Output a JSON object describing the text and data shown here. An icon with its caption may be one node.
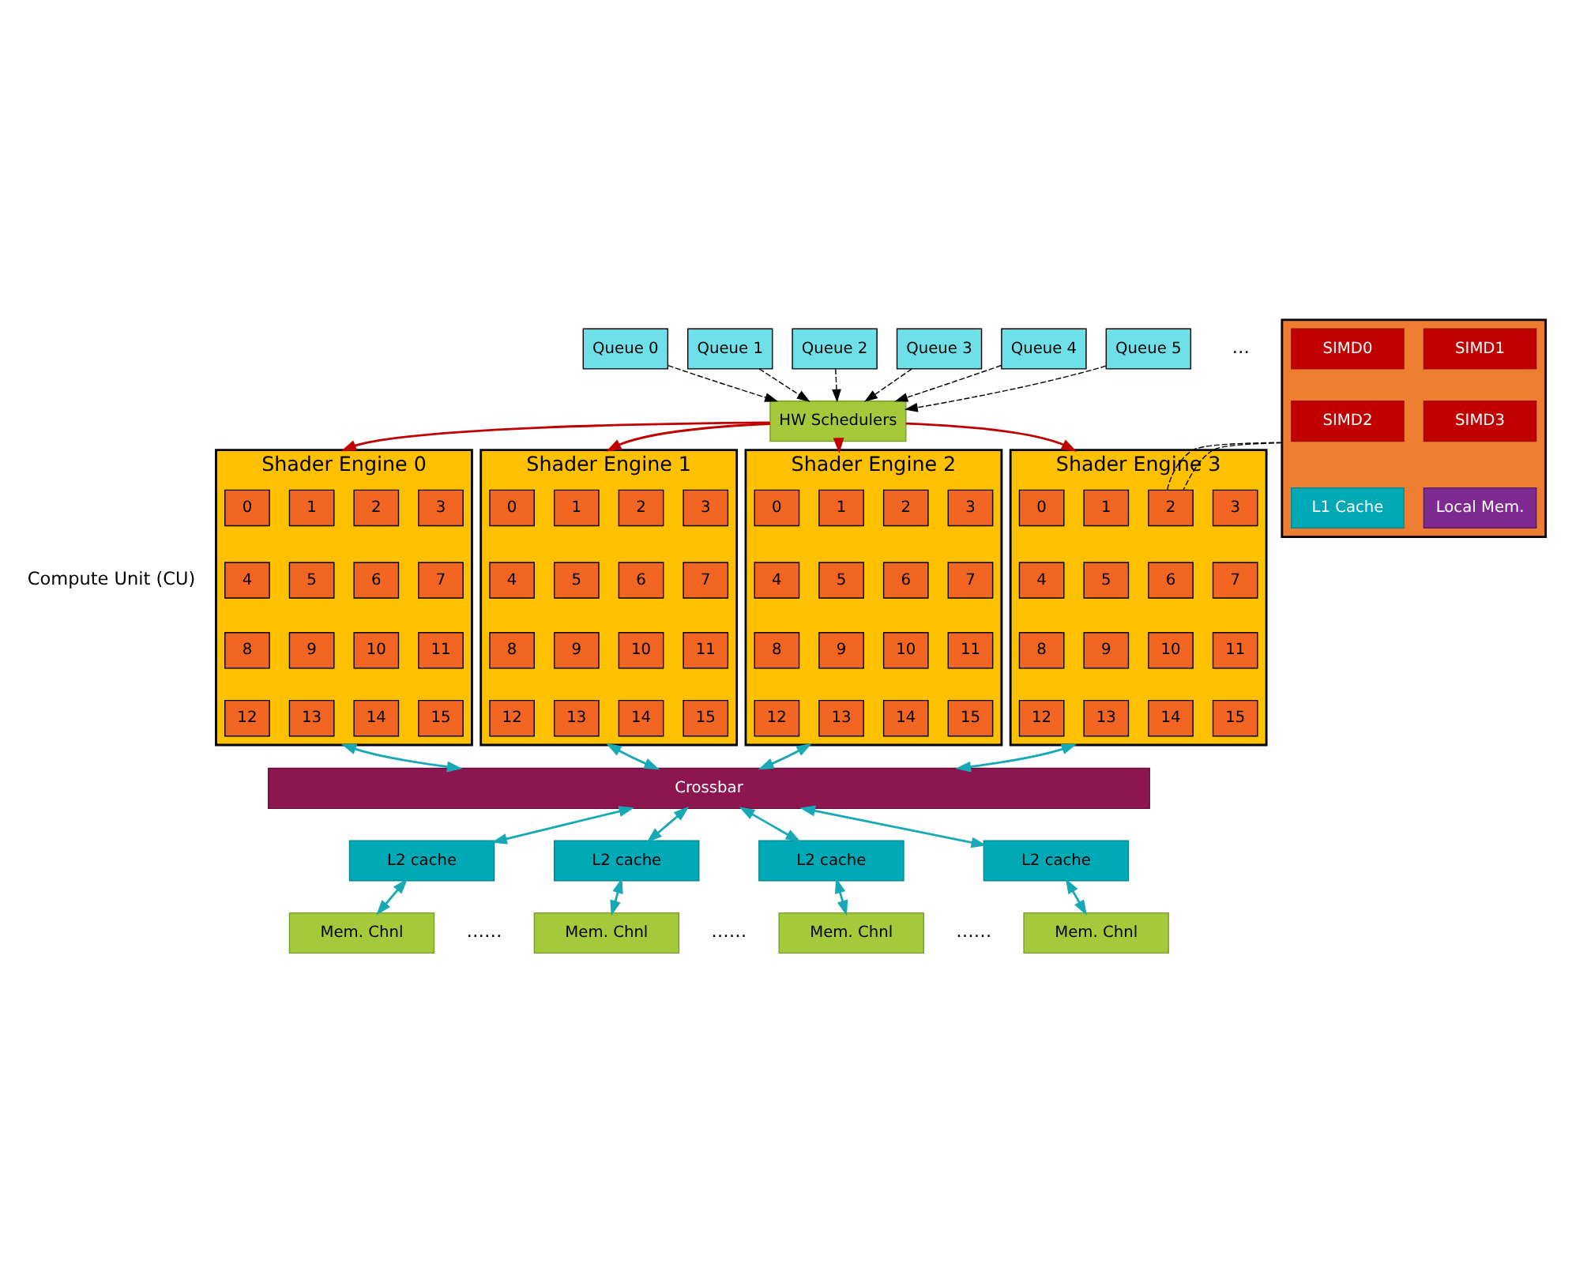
{
  "diagram": {
    "nodes": [
      {
        "text": [
          "Queue 0"
        ]
      },
      {
        "text": [
          "Queue 1"
        ]
      },
      {
        "text": [
          "Queue 2"
        ]
      },
      {
        "text": [
          "Queue 3"
        ]
      },
      {
        "text": [
          "Queue 4"
        ]
      },
      {
        "text": [
          "Queue 5"
        ]
      },
      {
        "text": [],
        "shape": "box"
      },
      {
        "text": [
          "SIMD0"
        ],
        "in": 6
      },
      {
        "text": [
          "SIMD1"
        ],
        "in": 6
      },
      {
        "text": [
          "SIMD2"
        ],
        "in": 6
      },
      {
        "text": [
          "SIMD3"
        ],
        "in": 6
      },
      {
        "text": [
          "L1 Cache"
        ],
        "in": 6
      },
      {
        "text": [
          "Local Mem."
        ],
        "in": 6
      },
      {
        "text": [
          "HW Schedulers"
        ]
      },
      {
        "text": [
          "Shader Engine 0"
        ]
      },
      {
        "text": [
          "0"
        ],
        "in": 14
      },
      {
        "text": [
          "1"
        ],
        "in": 14
      },
      {
        "text": [
          "2"
        ],
        "in": 14
      },
      {
        "text": [
          "3"
        ],
        "in": 14
      },
      {
        "text": [
          "4"
        ],
        "in": 14
      },
      {
        "text": [
          "5"
        ],
        "in": 14
      },
      {
        "text": [
          "6"
        ],
        "in": 14
      },
      {
        "text": [
          "7"
        ],
        "in": 14
      },
      {
        "text": [
          "8"
        ],
        "in": 14
      },
      {
        "text": [
          "9"
        ],
        "in": 14
      },
      {
        "text": [
          "10"
        ],
        "in": 14
      },
      {
        "text": [
          "11"
        ],
        "in": 14
      },
      {
        "text": [
          "12"
        ],
        "in": 14
      },
      {
        "text": [
          "13"
        ],
        "in": 14
      },
      {
        "text": [
          "14"
        ],
        "in": 14
      },
      {
        "text": [
          "15"
        ],
        "in": 14
      },
      {
        "text": [
          "Shader Engine 1"
        ]
      },
      {
        "text": [
          "0"
        ],
        "in": 31
      },
      {
        "text": [
          "1"
        ],
        "in": 31
      },
      {
        "text": [
          "2"
        ],
        "in": 31
      },
      {
        "text": [
          "3"
        ],
        "in": 31
      },
      {
        "text": [
          "4"
        ],
        "in": 31
      },
      {
        "text": [
          "5"
        ],
        "in": 31
      },
      {
        "text": [
          "6"
        ],
        "in": 31
      },
      {
        "text": [
          "7"
        ],
        "in": 31
      },
      {
        "text": [
          "8"
        ],
        "in": 31
      },
      {
        "text": [
          "9"
        ],
        "in": 31
      },
      {
        "text": [
          "10"
        ],
        "in": 31
      },
      {
        "text": [
          "11"
        ],
        "in": 31
      },
      {
        "text": [
          "12"
        ],
        "in": 31
      },
      {
        "text": [
          "13"
        ],
        "in": 31
      },
      {
        "text": [
          "14"
        ],
        "in": 31
      },
      {
        "text": [
          "15"
        ],
        "in": 31
      },
      {
        "text": [
          "Shader Engine 2"
        ]
      },
      {
        "text": [
          "0"
        ],
        "in": 48
      },
      {
        "text": [
          "1"
        ],
        "in": 48
      },
      {
        "text": [
          "2"
        ],
        "in": 48
      },
      {
        "text": [
          "3"
        ],
        "in": 48
      },
      {
        "text": [
          "4"
        ],
        "in": 48
      },
      {
        "text": [
          "5"
        ],
        "in": 48
      },
      {
        "text": [
          "6"
        ],
        "in": 48
      },
      {
        "text": [
          "7"
        ],
        "in": 48
      },
      {
        "text": [
          "8"
        ],
        "in": 48
      },
      {
        "text": [
          "9"
        ],
        "in": 48
      },
      {
        "text": [
          "10"
        ],
        "in": 48
      },
      {
        "text": [
          "11"
        ],
        "in": 48
      },
      {
        "text": [
          "12"
        ],
        "in": 48
      },
      {
        "text": [
          "13"
        ],
        "in": 48
      },
      {
        "text": [
          "14"
        ],
        "in": 48
      },
      {
        "text": [
          "15"
        ],
        "in": 48
      },
      {
        "text": [
          "Shader Engine 3"
        ]
      },
      {
        "text": [
          "0"
        ],
        "in": 65
      },
      {
        "text": [
          "1"
        ],
        "in": 65
      },
      {
        "text": [
          "2"
        ],
        "in": 65
      },
      {
        "text": [
          "3"
        ],
        "in": 65
      },
      {
        "text": [
          "4"
        ],
        "in": 65
      },
      {
        "text": [
          "5"
        ],
        "in": 65
      },
      {
        "text": [
          "6"
        ],
        "in": 65
      },
      {
        "text": [
          "7"
        ],
        "in": 65
      },
      {
        "text": [
          "8"
        ],
        "in": 65
      },
      {
        "text": [
          "9"
        ],
        "in": 65
      },
      {
        "text": [
          "10"
        ],
        "in": 65
      },
      {
        "text": [
          "11"
        ],
        "in": 65
      },
      {
        "text": [
          "12"
        ],
        "in": 65
      },
      {
        "text": [
          "13"
        ],
        "in": 65
      },
      {
        "text": [
          "14"
        ],
        "in": 65
      },
      {
        "text": [
          "15"
        ],
        "in": 65
      },
      {
        "text": [
          "Crossbar"
        ]
      },
      {
        "text": [
          "L2 cache"
        ]
      },
      {
        "text": [
          "L2 cache"
        ]
      },
      {
        "text": [
          "L2 cache"
        ]
      },
      {
        "text": [
          "L2 cache"
        ]
      },
      {
        "text": [
          "Mem. Chnl"
        ]
      },
      {
        "text": [
          "Mem. Chnl"
        ]
      },
      {
        "text": [
          "Mem. Chnl"
        ]
      },
      {
        "text": [
          "Mem. Chnl"
        ]
      }
    ],
    "edges": [
      {
        "from": 0,
        "to": 13,
        "arrow": "to",
        "style": "dashed",
        "color": "#000000"
      },
      {
        "from": 1,
        "to": 13,
        "arrow": "to",
        "style": "dashed",
        "color": "#000000"
      },
      {
        "from": 2,
        "to": 13,
        "arrow": "to",
        "style": "dashed",
        "color": "#000000"
      },
      {
        "from": 3,
        "to": 13,
        "arrow": "to",
        "style": "dashed",
        "color": "#000000"
      },
      {
        "from": 4,
        "to": 13,
        "arrow": "to",
        "style": "dashed",
        "color": "#000000"
      },
      {
        "from": 5,
        "to": 13,
        "arrow": "to",
        "style": "dashed",
        "color": "#000000"
      },
      {
        "from": 13,
        "to": 14,
        "arrow": "to",
        "color": "#c00000"
      },
      {
        "from": 13,
        "to": 31,
        "arrow": "to",
        "color": "#c00000"
      },
      {
        "from": 13,
        "to": 48,
        "arrow": "to",
        "color": "#c00000"
      },
      {
        "from": 13,
        "to": 65,
        "arrow": "to",
        "color": "#c00000"
      },
      {
        "from": 6,
        "to": 68,
        "arrow": "none",
        "style": "dashed",
        "color": "#000000"
      },
      {
        "from": 6,
        "to": 68,
        "arrow": "none",
        "style": "dashed",
        "color": "#000000"
      },
      {
        "from": 14,
        "to": 82,
        "arrow": "both"
      },
      {
        "from": 31,
        "to": 82,
        "arrow": "both"
      },
      {
        "from": 48,
        "to": 82,
        "arrow": "both"
      },
      {
        "from": 65,
        "to": 82,
        "arrow": "both"
      },
      {
        "from": 82,
        "to": 83,
        "arrow": "both"
      },
      {
        "from": 82,
        "to": 84,
        "arrow": "both"
      },
      {
        "from": 82,
        "to": 85,
        "arrow": "both"
      },
      {
        "from": 82,
        "to": 86,
        "arrow": "both"
      },
      {
        "from": 83,
        "to": 87,
        "arrow": "both"
      },
      {
        "from": 84,
        "to": 88,
        "arrow": "both"
      },
      {
        "from": 85,
        "to": 89,
        "arrow": "both"
      },
      {
        "from": 86,
        "to": 90,
        "arrow": "both"
      }
    ],
    "labels": [
      "…",
      "Compute Unit (CU)",
      "……",
      "……",
      "……"
    ]
  }
}
